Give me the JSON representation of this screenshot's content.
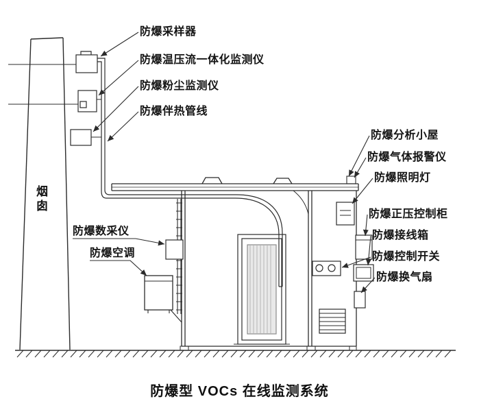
{
  "title": "防爆型 VOCs 在线监测系统",
  "diagram": {
    "chimney_label": "烟囱",
    "callouts": {
      "sampler": "防爆采样器",
      "tpf_monitor": "防爆温压流一体化监测仪",
      "dust_monitor": "防爆粉尘监测仪",
      "heat_trace_line": "防爆伴热管线",
      "analysis_cabin": "防爆分析小屋",
      "gas_alarm": "防爆气体报警仪",
      "lighting": "防爆照明灯",
      "positive_pressure_cabinet": "防爆正压控制柜",
      "junction_box": "防爆接线箱",
      "control_switch": "防爆控制开关",
      "ventilation_fan": "防爆换气扇",
      "data_acquisition": "防爆数采仪",
      "air_conditioner": "防爆空调"
    }
  }
}
